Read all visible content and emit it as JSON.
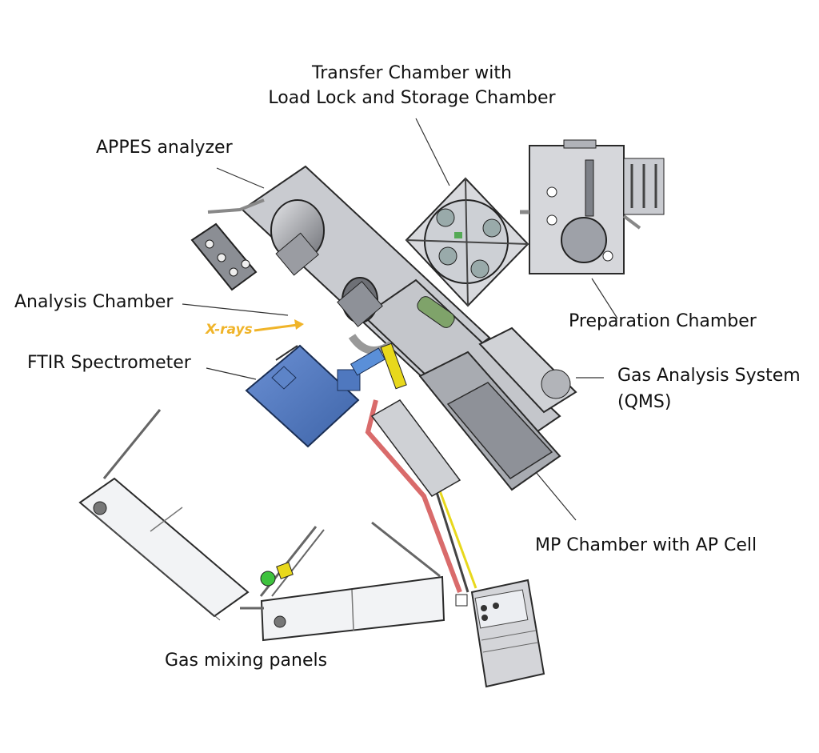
{
  "labels": {
    "transfer_line1": "Transfer Chamber with",
    "transfer_line2": "Load Lock and Storage Chamber",
    "appes": "APPES analyzer",
    "analysis": "Analysis Chamber",
    "xrays": "X-rays",
    "ftir": "FTIR Spectrometer",
    "preparation": "Preparation Chamber",
    "gas_analysis_line1": "Gas Analysis System",
    "gas_analysis_line2": "(QMS)",
    "mp_chamber": "MP Chamber with AP Cell",
    "gas_mixing": "Gas mixing panels"
  },
  "colors": {
    "metal": "#c9cbd0",
    "metal_dark": "#8e9198",
    "outline": "#2a2a2a",
    "ftir_blue": "#4f78bf",
    "xray_arrow": "#f0b429",
    "yellow_part": "#e8d81c",
    "red_line": "#d96b6b",
    "green_window": "#7fa36a"
  }
}
